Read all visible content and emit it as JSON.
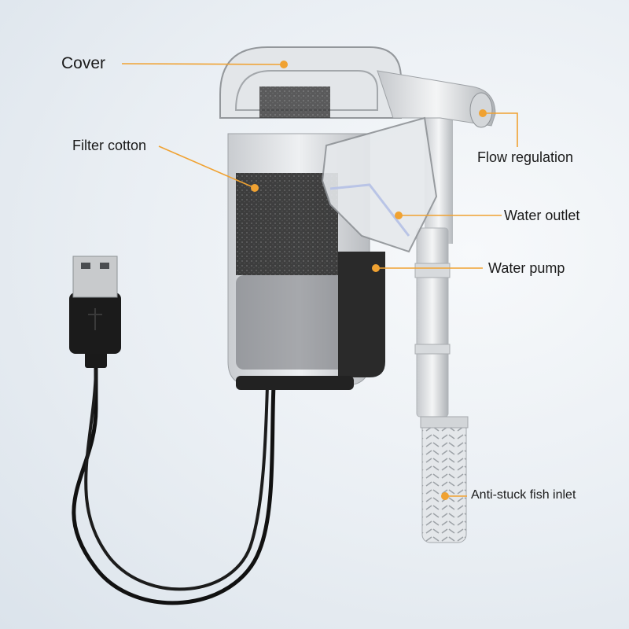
{
  "labels": {
    "cover": "Cover",
    "filter_cotton": "Filter cotton",
    "flow_regulation": "Flow regulation",
    "water_outlet": "Water outlet",
    "water_pump": "Water pump",
    "inlet": "Anti-stuck fish inlet"
  },
  "colors": {
    "accent": "#f0a232",
    "background": "#e9eef3"
  }
}
